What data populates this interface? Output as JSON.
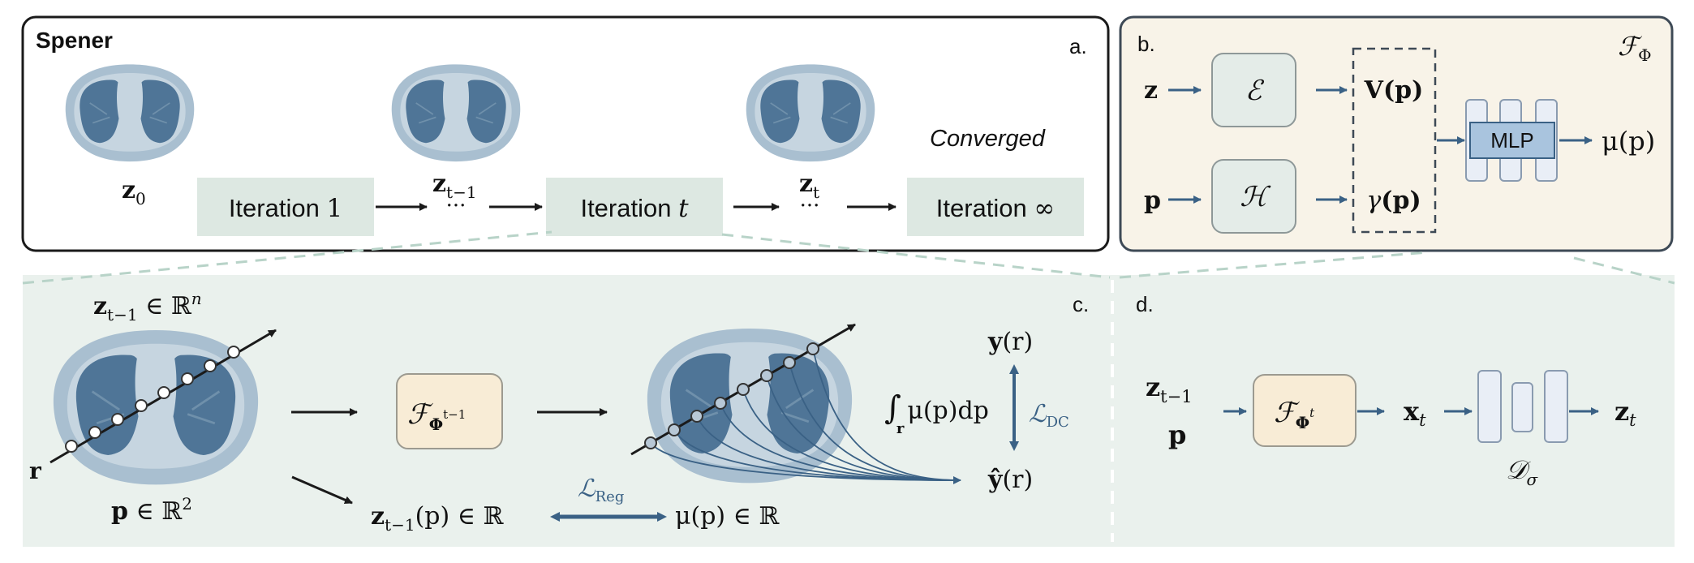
{
  "panel_a": {
    "title": "Spener",
    "label": "a.",
    "z0": "z",
    "z0_sub": "0",
    "iter1_text": "Iteration ",
    "iter1_num": "1",
    "ellipsis1": "···",
    "zt1": "z",
    "zt1_sub": "t−1",
    "itert_text": "Iteration ",
    "itert_var": "t",
    "ellipsis2": "···",
    "zt": "z",
    "zt_sub": "t",
    "converged": "Converged",
    "iterinf_text": "Iteration ",
    "iterinf_sym": "∞"
  },
  "panel_b": {
    "label": "b.",
    "title": "ℱ",
    "title_sub": "Φ",
    "input_z": "z",
    "input_p": "p",
    "enc_E": "ℰ",
    "enc_H": "ℋ",
    "out_V": "V(p)",
    "out_gamma_sym": "γ",
    "out_gamma_arg": "(p)",
    "mlp": "MLP",
    "out_mu": "μ(p)"
  },
  "panel_c": {
    "label": "c.",
    "z_sym": "z",
    "z_sub": "t−1",
    "z_rest": " ∈ ℝ",
    "z_sup": "n",
    "r": "r",
    "p_sym": "p",
    "p_rest": " ∈ ℝ",
    "p_sup": "2",
    "F_sym": "ℱ",
    "F_sub": "Φ",
    "F_sup": "t−1",
    "integral": "∫",
    "int_sub": "r",
    "int_body": "μ(p)dp",
    "y_sym": "y",
    "y_arg": "(r)",
    "yhat_sym": "ŷ",
    "yhat_arg": "(r)",
    "L_dc": "ℒ",
    "L_dc_sub": "DC",
    "L_reg": "ℒ",
    "L_reg_sub": "Reg",
    "zp_sym": "z",
    "zp_sub": "t−1",
    "zp_rest": "(p) ∈ ℝ",
    "mup": "μ(p) ∈ ℝ"
  },
  "panel_d": {
    "label": "d.",
    "z_sym": "z",
    "z_sub": "t−1",
    "p_sym": "p",
    "F_sym": "ℱ",
    "F_sub": "Φ",
    "F_sup": "t",
    "x_sym": "x",
    "x_sub": "t",
    "out_sym": "z",
    "out_sub": "t",
    "D_sym": "𝒟",
    "D_sub": "σ"
  },
  "colors": {
    "frame": "#1a1a1a",
    "panel_b_bg": "#f8f3e8",
    "panel_b_border": "#3e4a56",
    "gray_box": "#e4ece8",
    "iter_box": "#dde8e2",
    "bottom_bg": "#eaf1ed",
    "accent": "#3a6185",
    "mlp_fill": "#a9c4de",
    "F_fill": "#f8ecd6",
    "decoder_fill": "#e9eef6",
    "ct_dark": "#4f7597",
    "ct_light": "#a9bfd0"
  }
}
